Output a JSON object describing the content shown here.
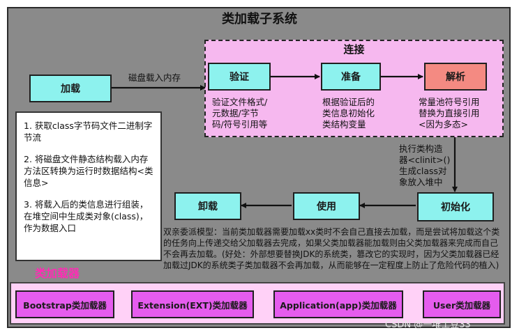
{
  "title": "类加载子系统",
  "connect_label": "连接",
  "boxes": {
    "load": "加载",
    "verify": "验证",
    "prepare": "准备",
    "resolve": "解析",
    "init": "初始化",
    "use": "使用",
    "unload": "卸载"
  },
  "edge_labels": {
    "load_to_verify": "磁盘载入内存",
    "clinit": [
      "执行类构造",
      "器<clinit>()",
      "生成class对",
      "象放入堆中"
    ]
  },
  "notes": {
    "verify": [
      "验证文件格式/",
      "元数据/字节",
      "码/符号引用等"
    ],
    "prepare": [
      "根据验证后的",
      "类信息初始化",
      "类结构变量"
    ],
    "resolve": [
      "常量池符号引用",
      "替换为直接引用",
      "<因为多态>"
    ]
  },
  "steps": [
    "1. 获取class字节码文件二进制字节流",
    "2. 将磁盘文件静态结构载入内存方法区转换为运行时数据结构<类信息>",
    "3. 将载入后的类信息进行组装，在堆空间中生成类对象(class)，作为数据入口"
  ],
  "parent_delegation": "双亲委派模型：当前类加载器需要加载xx类时不会自己直接去加载，而是尝试将加载这个类的任务向上传递交给父加载器去完成，如果父类加载器能加载则由父类加载器来完成而自己不会再去加载。(好处：外部想要替换JDK的系统类，篡改它的实现时，因为父类加载器已经加载过JDK的系统类子类加载器不会再加载，从而能够在一定程度上防止了危险代码的植入)",
  "loader_title": "类加载器",
  "loaders": {
    "bootstrap": "Bootstrap类加载器",
    "extension": "Extension(EXT)类加载器",
    "application": "Application(app)类加载器",
    "user": "User类加载器"
  },
  "watermark": "CSDN @一堆土豆33",
  "colors": {
    "cyan": "#8df2ee",
    "red": "#f48a82",
    "magenta": "#e55cee",
    "loader_title": "#ff2bb5",
    "connect_bg": "#f6b8ef"
  }
}
